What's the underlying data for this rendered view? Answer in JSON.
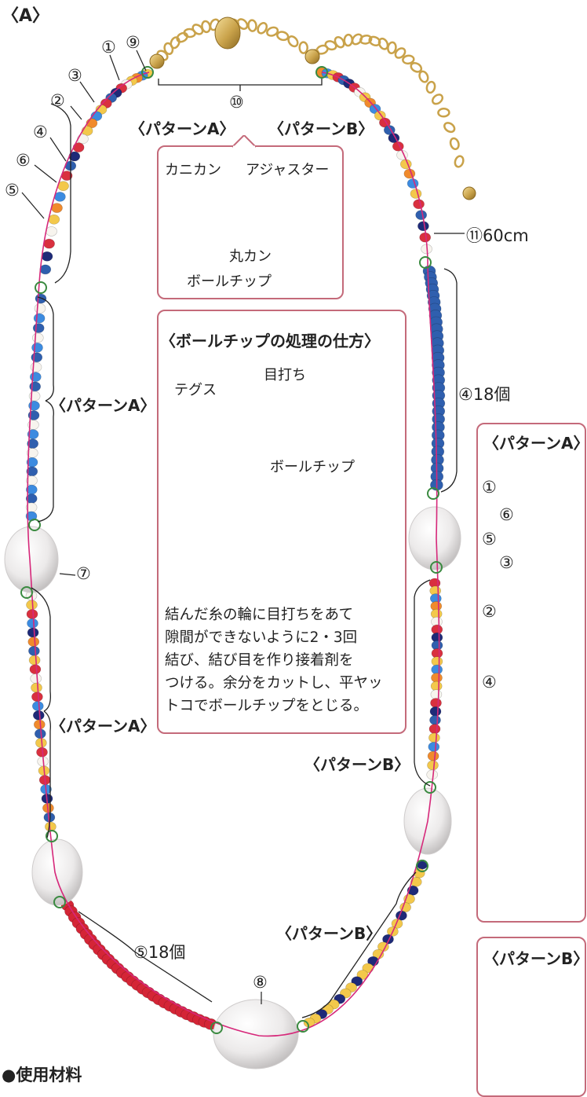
{
  "figure_label": "〈A〉",
  "materials_heading": "●使用材料",
  "pattern_a_label": "〈パターンA〉",
  "pattern_b_label": "〈パターンB〉",
  "markers": {
    "m1": "①",
    "m2": "②",
    "m3": "③",
    "m4": "④",
    "m5": "⑤",
    "m6": "⑥",
    "m7": "⑦",
    "m8": "⑧",
    "m9": "⑨",
    "m10": "⑩"
  },
  "length_note": "⑪60cm",
  "blue_count": "④18個",
  "red_count": "⑤18個",
  "clasp_panel": {
    "kanikan": "カニカン",
    "adjuster": "アジャスター",
    "marukan": "丸カン",
    "ball_tip": "ボールチップ"
  },
  "ball_tip_panel": {
    "title": "〈ボールチップの処理の仕方〉",
    "tegusu": "テグス",
    "meuchi": "目打ち",
    "ball_tip": "ボールチップ",
    "instructions": [
      "結んだ糸の輪に目打ちをあて",
      "隙間ができないように2・3回",
      "結び、結び目を作り接着剤を",
      "つける。余分をカットし、平ヤッ",
      "トコでボールチップをとじる。"
    ]
  },
  "legend_a": {
    "title": "〈パターンA〉",
    "callouts": [
      "①",
      "⑥",
      "⑤",
      "③",
      "②",
      "④"
    ]
  },
  "legend_b": {
    "title": "〈パターンB〉"
  },
  "colors": {
    "outline": "#c46a7a",
    "thread": "#d6287a",
    "red": "#d9303f",
    "blue": "#2f5fae",
    "gold": "#c9a24a"
  }
}
